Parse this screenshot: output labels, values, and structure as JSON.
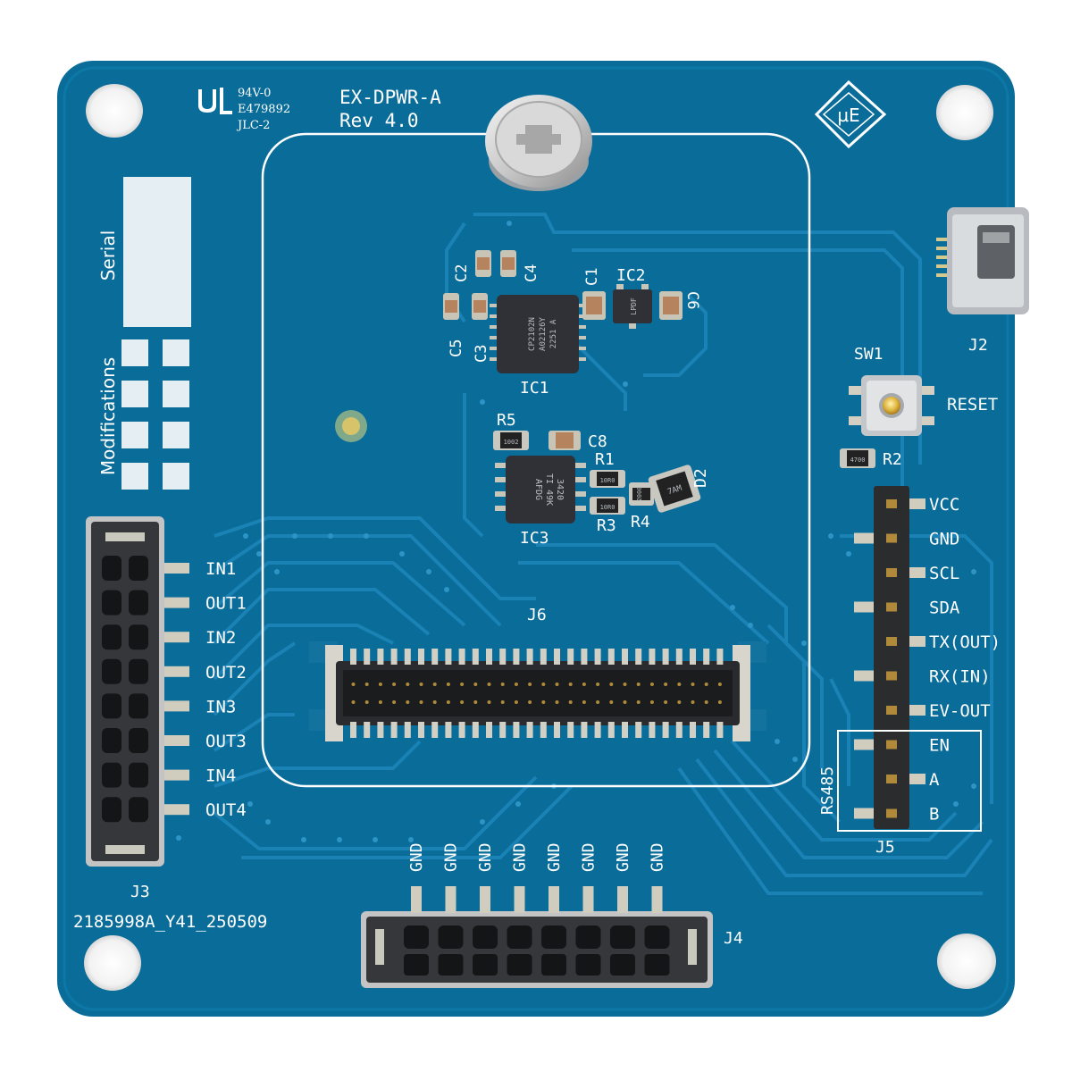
{
  "board": {
    "name": "EX-DPWR-A",
    "revision": "Rev 4.0",
    "part_number": "2185998A_Y41_250509",
    "logo_text": "µE",
    "colors": {
      "pcb": "#0a6c99",
      "trace": "#1a82b4",
      "silkscreen": "#ffffff",
      "copper": "#c9c9c2"
    }
  },
  "certification": {
    "lines": [
      "94V-0",
      "E479892",
      "JLC-2"
    ]
  },
  "labels": {
    "serial": "Serial",
    "modifications": "Modifications",
    "reset": "RESET",
    "rs485": "RS485"
  },
  "designators": {
    "j2": "J2",
    "j3": "J3",
    "j4": "J4",
    "j5": "J5",
    "j6": "J6",
    "sw1": "SW1",
    "ic1": "IC1",
    "ic2": "IC2",
    "ic3": "IC3",
    "c1": "C1",
    "c2": "C2",
    "c3": "C3",
    "c4": "C4",
    "c5": "C5",
    "c6": "C6",
    "c8": "C8",
    "r1": "R1",
    "r2": "R2",
    "r3": "R3",
    "r4": "R4",
    "r5": "R5",
    "d2": "D2"
  },
  "j3_pins": [
    "IN1",
    "OUT1",
    "IN2",
    "OUT2",
    "IN3",
    "OUT3",
    "IN4",
    "OUT4"
  ],
  "j4_pins": [
    "GND",
    "GND",
    "GND",
    "GND",
    "GND",
    "GND",
    "GND",
    "GND"
  ],
  "j5_pins": [
    "VCC",
    "GND",
    "SCL",
    "SDA",
    "TX(OUT)",
    "RX(IN)",
    "EV-OUT",
    "EN",
    "A",
    "B"
  ],
  "chip_markings": {
    "ic1": [
      "CP2102N",
      "A02126Y",
      "2251 A"
    ],
    "ic3": [
      "3420",
      "TI 49K",
      "AFDG"
    ],
    "r1": "10R0",
    "r2": "4700",
    "r3": "10R0",
    "r4": "2000",
    "r5": "1002",
    "d2": "7AM",
    "ic2": "LPDF"
  }
}
